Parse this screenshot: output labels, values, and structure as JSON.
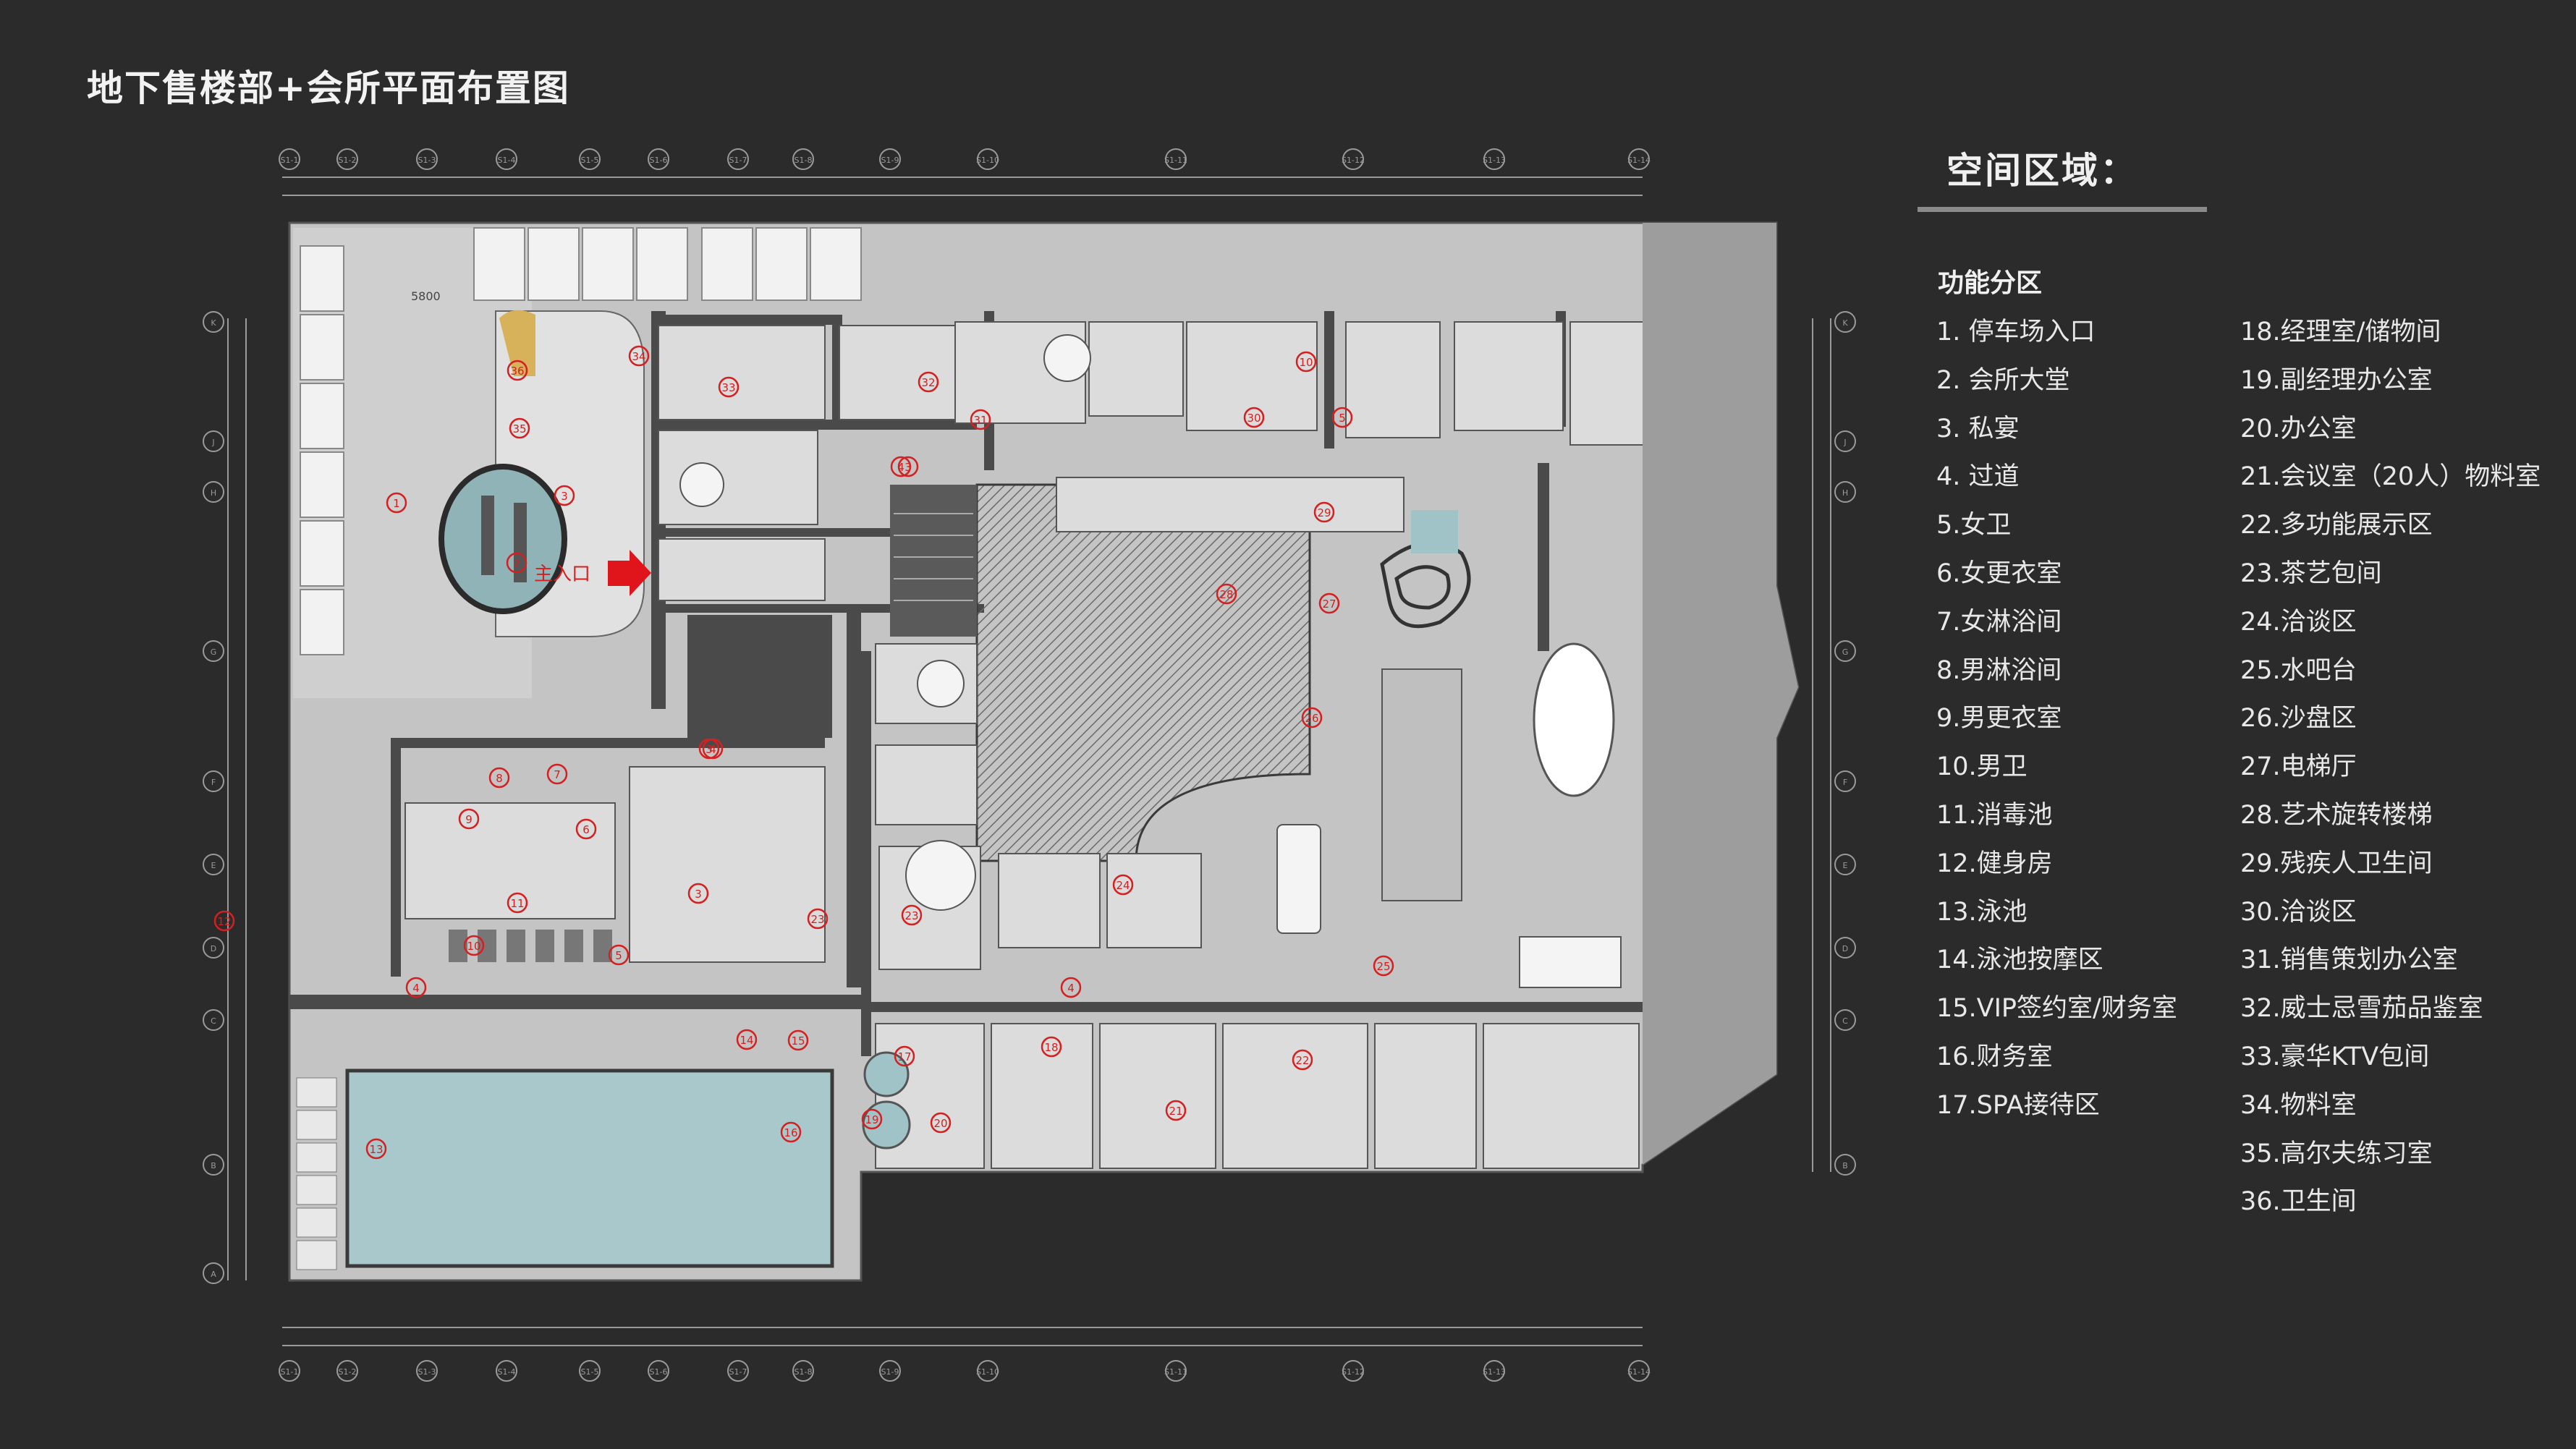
{
  "title": "地下售楼部+会所平面布置图",
  "legend": {
    "heading": "空间区域：",
    "subheading": "功能分区",
    "items_col1": [
      "1.  停车场入口",
      "2.  会所大堂",
      "3.  私宴",
      "4.  过道",
      "5.女卫",
      "6.女更衣室",
      "7.女淋浴间",
      "8.男淋浴间",
      "9.男更衣室",
      "10.男卫",
      "11.消毒池",
      "12.健身房",
      "13.泳池",
      "14.泳池按摩区",
      "15.VIP签约室/财务室",
      "16.财务室",
      "17.SPA接待区"
    ],
    "items_col2": [
      "18.经理室/储物间",
      "19.副经理办公室",
      "20.办公室",
      "21.会议室（20人）物料室",
      "22.多功能展示区",
      "23.茶艺包间",
      "24.洽谈区",
      "25.水吧台",
      "26.沙盘区",
      "27.电梯厅",
      "28.艺术旋转楼梯",
      "29.残疾人卫生间",
      "30.洽谈区",
      "31.销售策划办公室",
      "32.威士忌雪茄品鉴室",
      "33.豪华KTV包间",
      "34.物料室",
      "35.高尔夫练习室",
      "36.卫生间"
    ]
  },
  "plan": {
    "entrance_label": "主入口",
    "dimension_5800": "5800",
    "colors": {
      "background": "#2b2b2b",
      "floor": "#bcbcbc",
      "room": "#d9d9d9",
      "wall": "#4a4a4a",
      "pool": "#a9c8cc",
      "marker": "#d42020",
      "arrow": "#e0141b"
    },
    "grid_top_labels": [
      "S1-1",
      "S1-2",
      "S1-3",
      "S1-4",
      "S1-5",
      "S1-6",
      "S1-7",
      "S1-8",
      "S1-9",
      "S1-10",
      "S1-11",
      "S1-12",
      "S1-13",
      "S1-14"
    ],
    "grid_side_labels": [
      "K",
      "J",
      "H",
      "G",
      "F",
      "E",
      "D",
      "C",
      "B",
      "A"
    ],
    "room_markers": [
      {
        "n": "1"
      },
      {
        "n": "2"
      },
      {
        "n": "3"
      },
      {
        "n": "3"
      },
      {
        "n": "3"
      },
      {
        "n": "3"
      },
      {
        "n": "4"
      },
      {
        "n": "4"
      },
      {
        "n": "4"
      },
      {
        "n": "4"
      },
      {
        "n": "5"
      },
      {
        "n": "5"
      },
      {
        "n": "6"
      },
      {
        "n": "7"
      },
      {
        "n": "8"
      },
      {
        "n": "9"
      },
      {
        "n": "10"
      },
      {
        "n": "10"
      },
      {
        "n": "11"
      },
      {
        "n": "12"
      },
      {
        "n": "13"
      },
      {
        "n": "14"
      },
      {
        "n": "15"
      },
      {
        "n": "16"
      },
      {
        "n": "17"
      },
      {
        "n": "18"
      },
      {
        "n": "19"
      },
      {
        "n": "20"
      },
      {
        "n": "21"
      },
      {
        "n": "22"
      },
      {
        "n": "23"
      },
      {
        "n": "23"
      },
      {
        "n": "24"
      },
      {
        "n": "25"
      },
      {
        "n": "26"
      },
      {
        "n": "27"
      },
      {
        "n": "28"
      },
      {
        "n": "29"
      },
      {
        "n": "30"
      },
      {
        "n": "31"
      },
      {
        "n": "32"
      },
      {
        "n": "33"
      },
      {
        "n": "34"
      },
      {
        "n": "35"
      },
      {
        "n": "36"
      }
    ]
  }
}
